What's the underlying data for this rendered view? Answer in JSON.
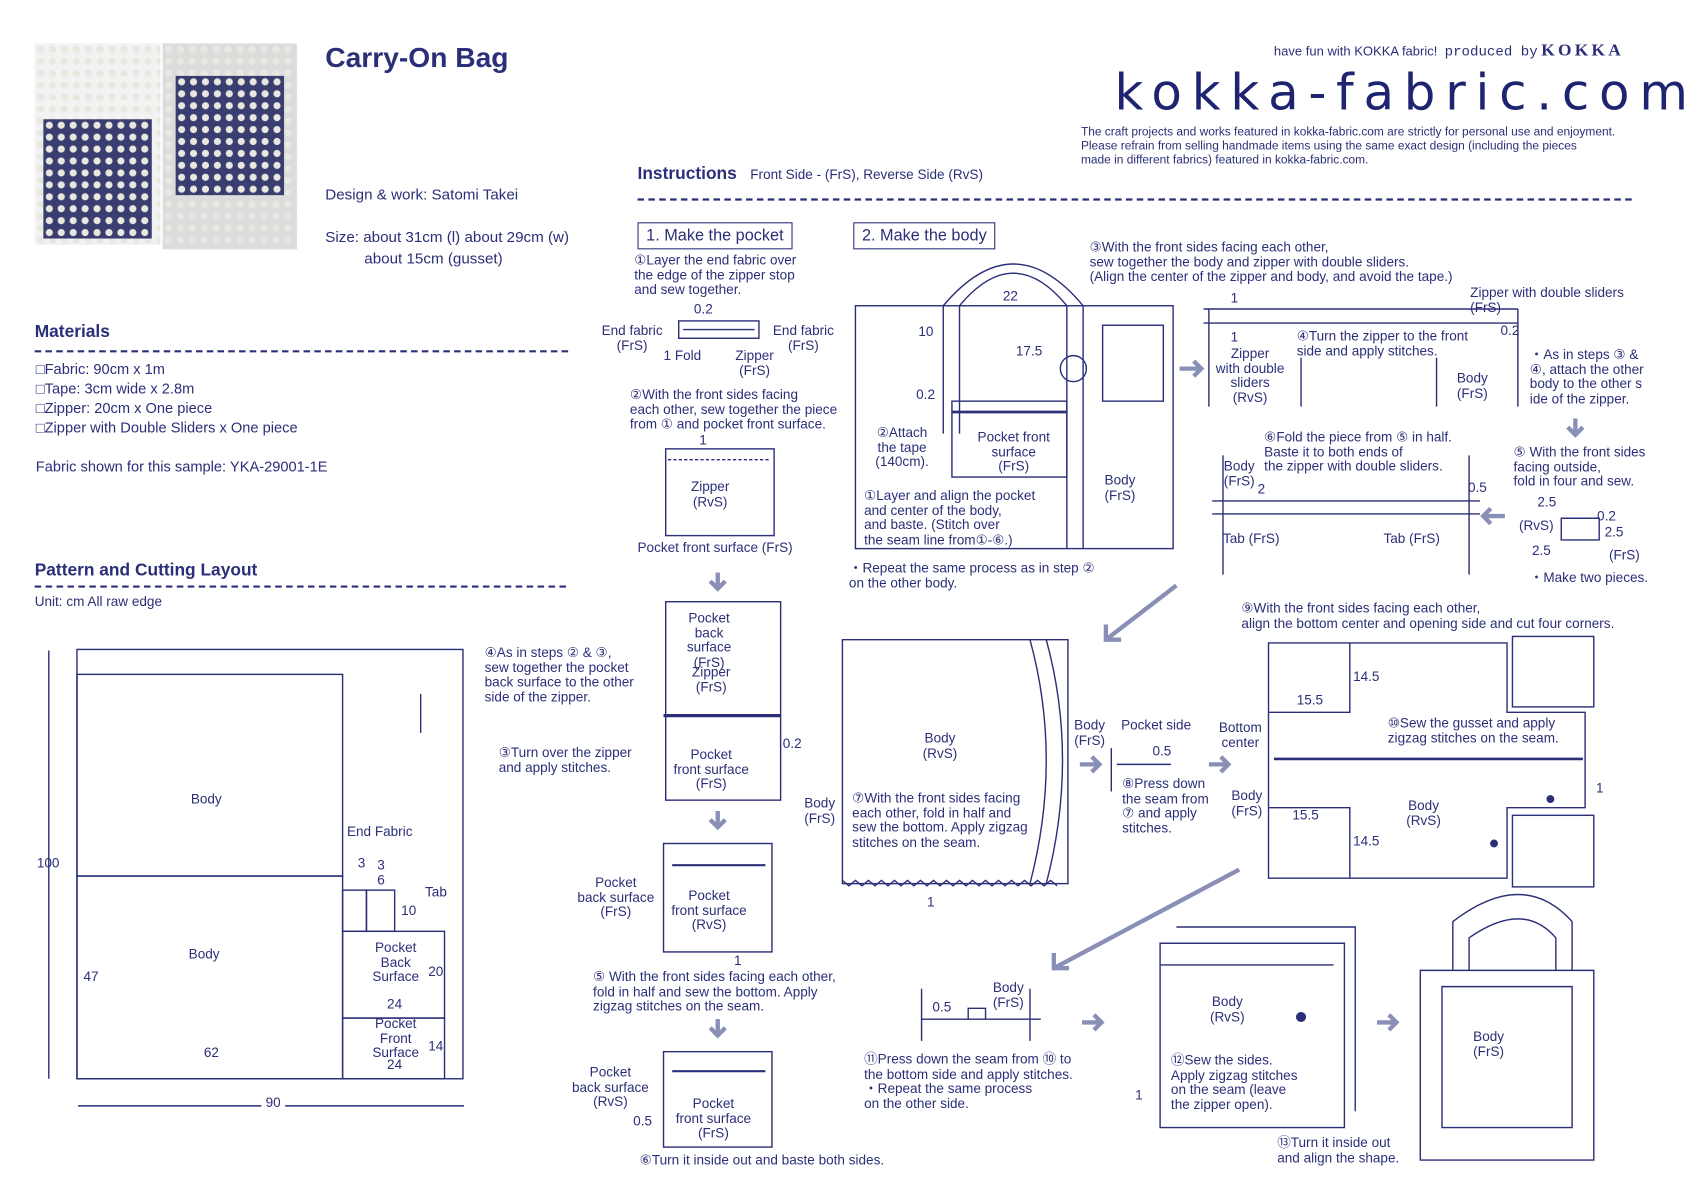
{
  "header": {
    "title": "Carry-On Bag",
    "design": "Design & work: Satomi Takei",
    "size_line1": "Size: about 31cm (l)  about 29cm (w)",
    "size_line2": "about 15cm (gusset)",
    "tagline": "have fun with KOKKA fabric!",
    "produced_by": "produced by",
    "brand": "KOKKA",
    "site": "kokka-fabric.com",
    "disclaimer": "The craft projects and works featured in kokka-fabric.com are strictly for personal use and enjoyment.\nPlease refrain from selling handmade items using the same exact design (including the pieces\nmade in different fabrics) featured in kokka-fabric.com."
  },
  "materials": {
    "heading": "Materials",
    "items": [
      "□Fabric: 90cm x 1m",
      "□Tape: 3cm wide x 2.8m",
      "□Zipper: 20cm x One piece",
      "□Zipper with Double Sliders x One piece"
    ],
    "sample": "Fabric shown for this sample: YKA-29001-1E"
  },
  "pattern": {
    "heading": "Pattern and Cutting Layout",
    "unit": "Unit: cm   All raw edge",
    "labels": [
      "Body",
      "Body",
      "End Fabric",
      "3",
      "3",
      "6",
      "Tab",
      "10",
      "Pocket\nBack\nSurface",
      "20",
      "24",
      "Pocket\nFront\nSurface",
      "14",
      "24",
      "62",
      "47",
      "100",
      "90"
    ]
  },
  "instructions": {
    "heading": "Instructions",
    "legend": "Front Side - (FrS), Reverse Side (RvS)"
  },
  "pocket": {
    "heading": "1. Make the pocket",
    "labels": [
      "①Layer the end fabric over\nthe edge of the zipper stop\nand sew together.",
      "0.2",
      "End fabric\n(FrS)",
      "End fabric\n(FrS)",
      "1 Fold",
      "Zipper\n(FrS)",
      "②With the front sides facing\neach other, sew together the piece\nfrom ① and pocket front surface.",
      "1",
      "Zipper\n(RvS)",
      "Pocket front surface (FrS)",
      "Pocket\nback surface\n(FrS)",
      "Zipper\n(FrS)",
      "Pocket\nfront surface\n(FrS)",
      "0.2",
      "④As in steps ② & ③,\nsew together the pocket\nback surface to the other\nside of the zipper.",
      "③Turn over the zipper\nand apply stitches.",
      "Pocket\nfront surface\n(RvS)",
      "Pocket\nback surface\n(FrS)",
      "1",
      "⑤ With the front sides facing each other,\nfold in half and sew the bottom. Apply\nzigzag stitches on the seam.",
      "Pocket\nfront surface\n(FrS)",
      "Pocket\nback surface\n(RvS)",
      "0.5",
      "⑥Turn it inside out and baste both sides."
    ]
  },
  "body": {
    "heading": "2. Make the body",
    "labels": [
      "22",
      "10",
      "17.5",
      "0.2",
      "②Attach\nthe tape\n(140cm).",
      "Pocket front\nsurface\n(FrS)",
      "Body\n(FrS)",
      "①Layer and align the pocket\nand center of the body,\nand baste. (Stitch over\nthe seam line from①-⑥.)",
      "・Repeat the same process as in step ②\non the other body.",
      "③With the front sides facing each other,\nsew together the body and zipper with double sliders.\n (Align the center of the zipper and body, and avoid the tape.)",
      "1",
      "Zipper with double sliders\n     (FrS)",
      "0.2",
      "1",
      "Zipper\nwith double\nsliders\n(RvS)",
      "④Turn the zipper to the front\nside and apply stitches.",
      "Body\n(FrS)",
      "・As in steps ③ &\n④, attach the other\nbody to the other s\nide of the zipper.",
      "⑤ With the front sides\nfacing outside,\nfold in four and sew.",
      "2.5",
      "0.2",
      "(RvS)",
      "2.5",
      "2.5",
      "(FrS)",
      "・Make two pieces.",
      "⑥Fold the piece from ⑤ in half.\nBaste it to both ends of\nthe zipper with double sliders.",
      "Body\n(FrS)",
      "2",
      "0.5",
      "Tab (FrS)",
      "Tab (FrS)",
      "Body\n(RvS)",
      "Body\n(FrS)",
      "⑦With the front sides facing\neach other, fold in half and\nsew the bottom. Apply zigzag\nstitches on the seam.",
      "1",
      "Body\n(FrS)",
      "Pocket side",
      "0.5",
      "⑧Press down\nthe seam from\n⑦ and apply\nstitches.",
      "⑨With the front sides facing each other,\nalign the bottom center and opening side and cut four corners.",
      "14.5",
      "15.5",
      "Bottom\ncenter",
      "⑩Sew the gusset and apply\nzigzag stitches on the seam.",
      "Body\n(FrS)",
      "15.5",
      "Body\n(RvS)",
      "14.5",
      "1",
      "⑪Press down the seam from ⑩ to\nthe bottom side and apply stitches.\n・Repeat the same process\non the other side.",
      "0.5",
      "Body\n(FrS)",
      "Body\n(RvS)",
      "⑫Sew the sides.\nApply zigzag stitches\non the seam (leave\nthe zipper open).",
      "1",
      "Body\n(FrS)",
      "⑬Turn it inside out\nand align the shape."
    ]
  },
  "colors": {
    "ink": "#2b2f78",
    "arrow": "#8a8fb8"
  }
}
